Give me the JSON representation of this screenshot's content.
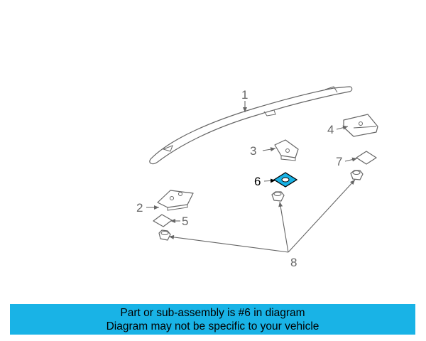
{
  "diagram": {
    "callouts": [
      {
        "num": "1",
        "highlight": false
      },
      {
        "num": "2",
        "highlight": false
      },
      {
        "num": "3",
        "highlight": false
      },
      {
        "num": "4",
        "highlight": false
      },
      {
        "num": "5",
        "highlight": false
      },
      {
        "num": "6",
        "highlight": true
      },
      {
        "num": "7",
        "highlight": false
      },
      {
        "num": "8",
        "highlight": false
      }
    ],
    "highlight_color": "#19b3e6",
    "line_color": "#666666"
  },
  "banner": {
    "line1": "Part or sub-assembly is #6 in diagram",
    "line2": "Diagram may not be specific to your vehicle",
    "bg_color": "#19b3e6"
  }
}
